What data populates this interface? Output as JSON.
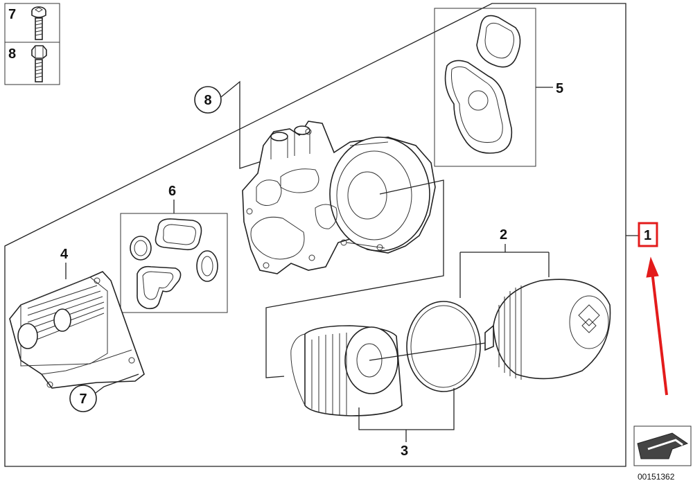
{
  "parts": {
    "p1": "1",
    "p2": "2",
    "p3": "3",
    "p4": "4",
    "p5": "5",
    "p6": "6",
    "p7": "7",
    "p8": "8"
  },
  "legend": {
    "bolt7_number": "7",
    "bolt8_number": "8"
  },
  "callouts": {
    "c7": "7",
    "c8": "8"
  },
  "document_number": "00151362",
  "colors": {
    "highlight": "#e31b1b",
    "line": "#222222"
  },
  "icons": [
    "torx-bolt-icon",
    "hex-bolt-icon",
    "catalog-arrow-icon",
    "red-arrow-icon"
  ]
}
